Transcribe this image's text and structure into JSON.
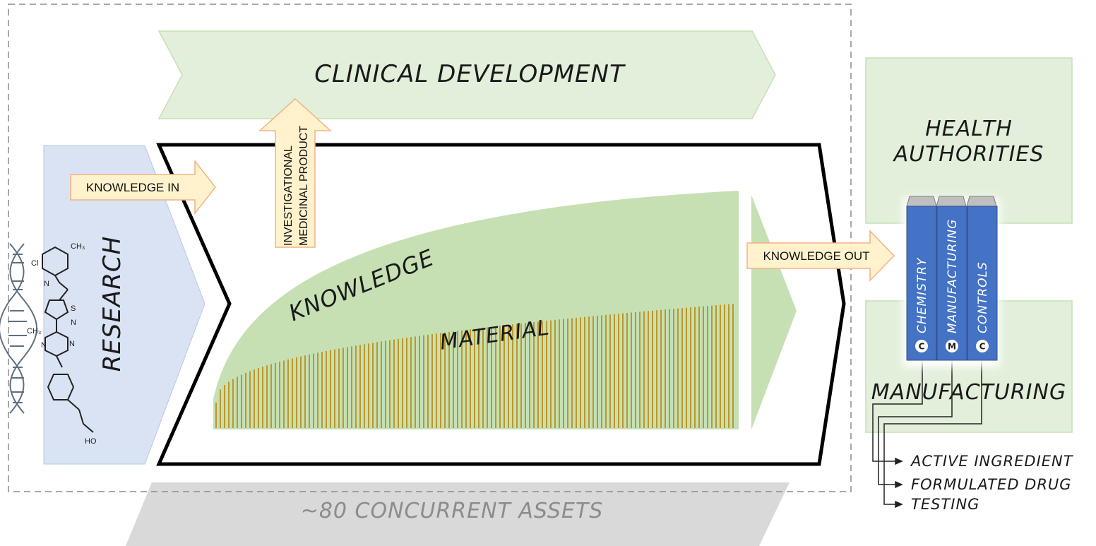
{
  "stages": {
    "clinical_development": "CLINICAL DEVELOPMENT",
    "research": "RESEARCH",
    "health_authorities_line1": "HEALTH",
    "health_authorities_line2": "AUTHORITIES",
    "manufacturing": "MANUFACTURING",
    "concurrent_assets": "~80 CONCURRENT ASSETS"
  },
  "arrows": {
    "knowledge_in": "KNOWLEDGE IN",
    "knowledge_out": "KNOWLEDGE OUT",
    "imp_line1": "INVESTIGATIONAL",
    "imp_line2": "MEDICINAL PRODUCT"
  },
  "curves": {
    "knowledge": "KNOWLEDGE",
    "material": "MATERIAL"
  },
  "cmc_pillars": [
    {
      "letter": "C",
      "label": "CHEMISTRY"
    },
    {
      "letter": "M",
      "label": "MANUFACTURING"
    },
    {
      "letter": "C",
      "label": "CONTROLS"
    }
  ],
  "outputs": [
    "ACTIVE INGREDIENT",
    "FORMULATED DRUG",
    "TESTING"
  ],
  "molecule_labels": {
    "cl": "Cl",
    "ch3_a": "CH₃",
    "ch3_b": "CH₃",
    "nh_a": "N",
    "nh_b": "N",
    "s": "S",
    "n_a": "N",
    "n_b": "N",
    "ho": "HO"
  },
  "colors": {
    "light_green": "#e2efda",
    "mid_green": "#c6e0b4",
    "material_stroke": "#b8860b",
    "research_blue": "#dae3f3",
    "arrow_fill": "#fff2cc",
    "arrow_stroke": "#f4b183",
    "cmc_blue": "#4472c4",
    "assets_gray": "#d9d9d9"
  }
}
